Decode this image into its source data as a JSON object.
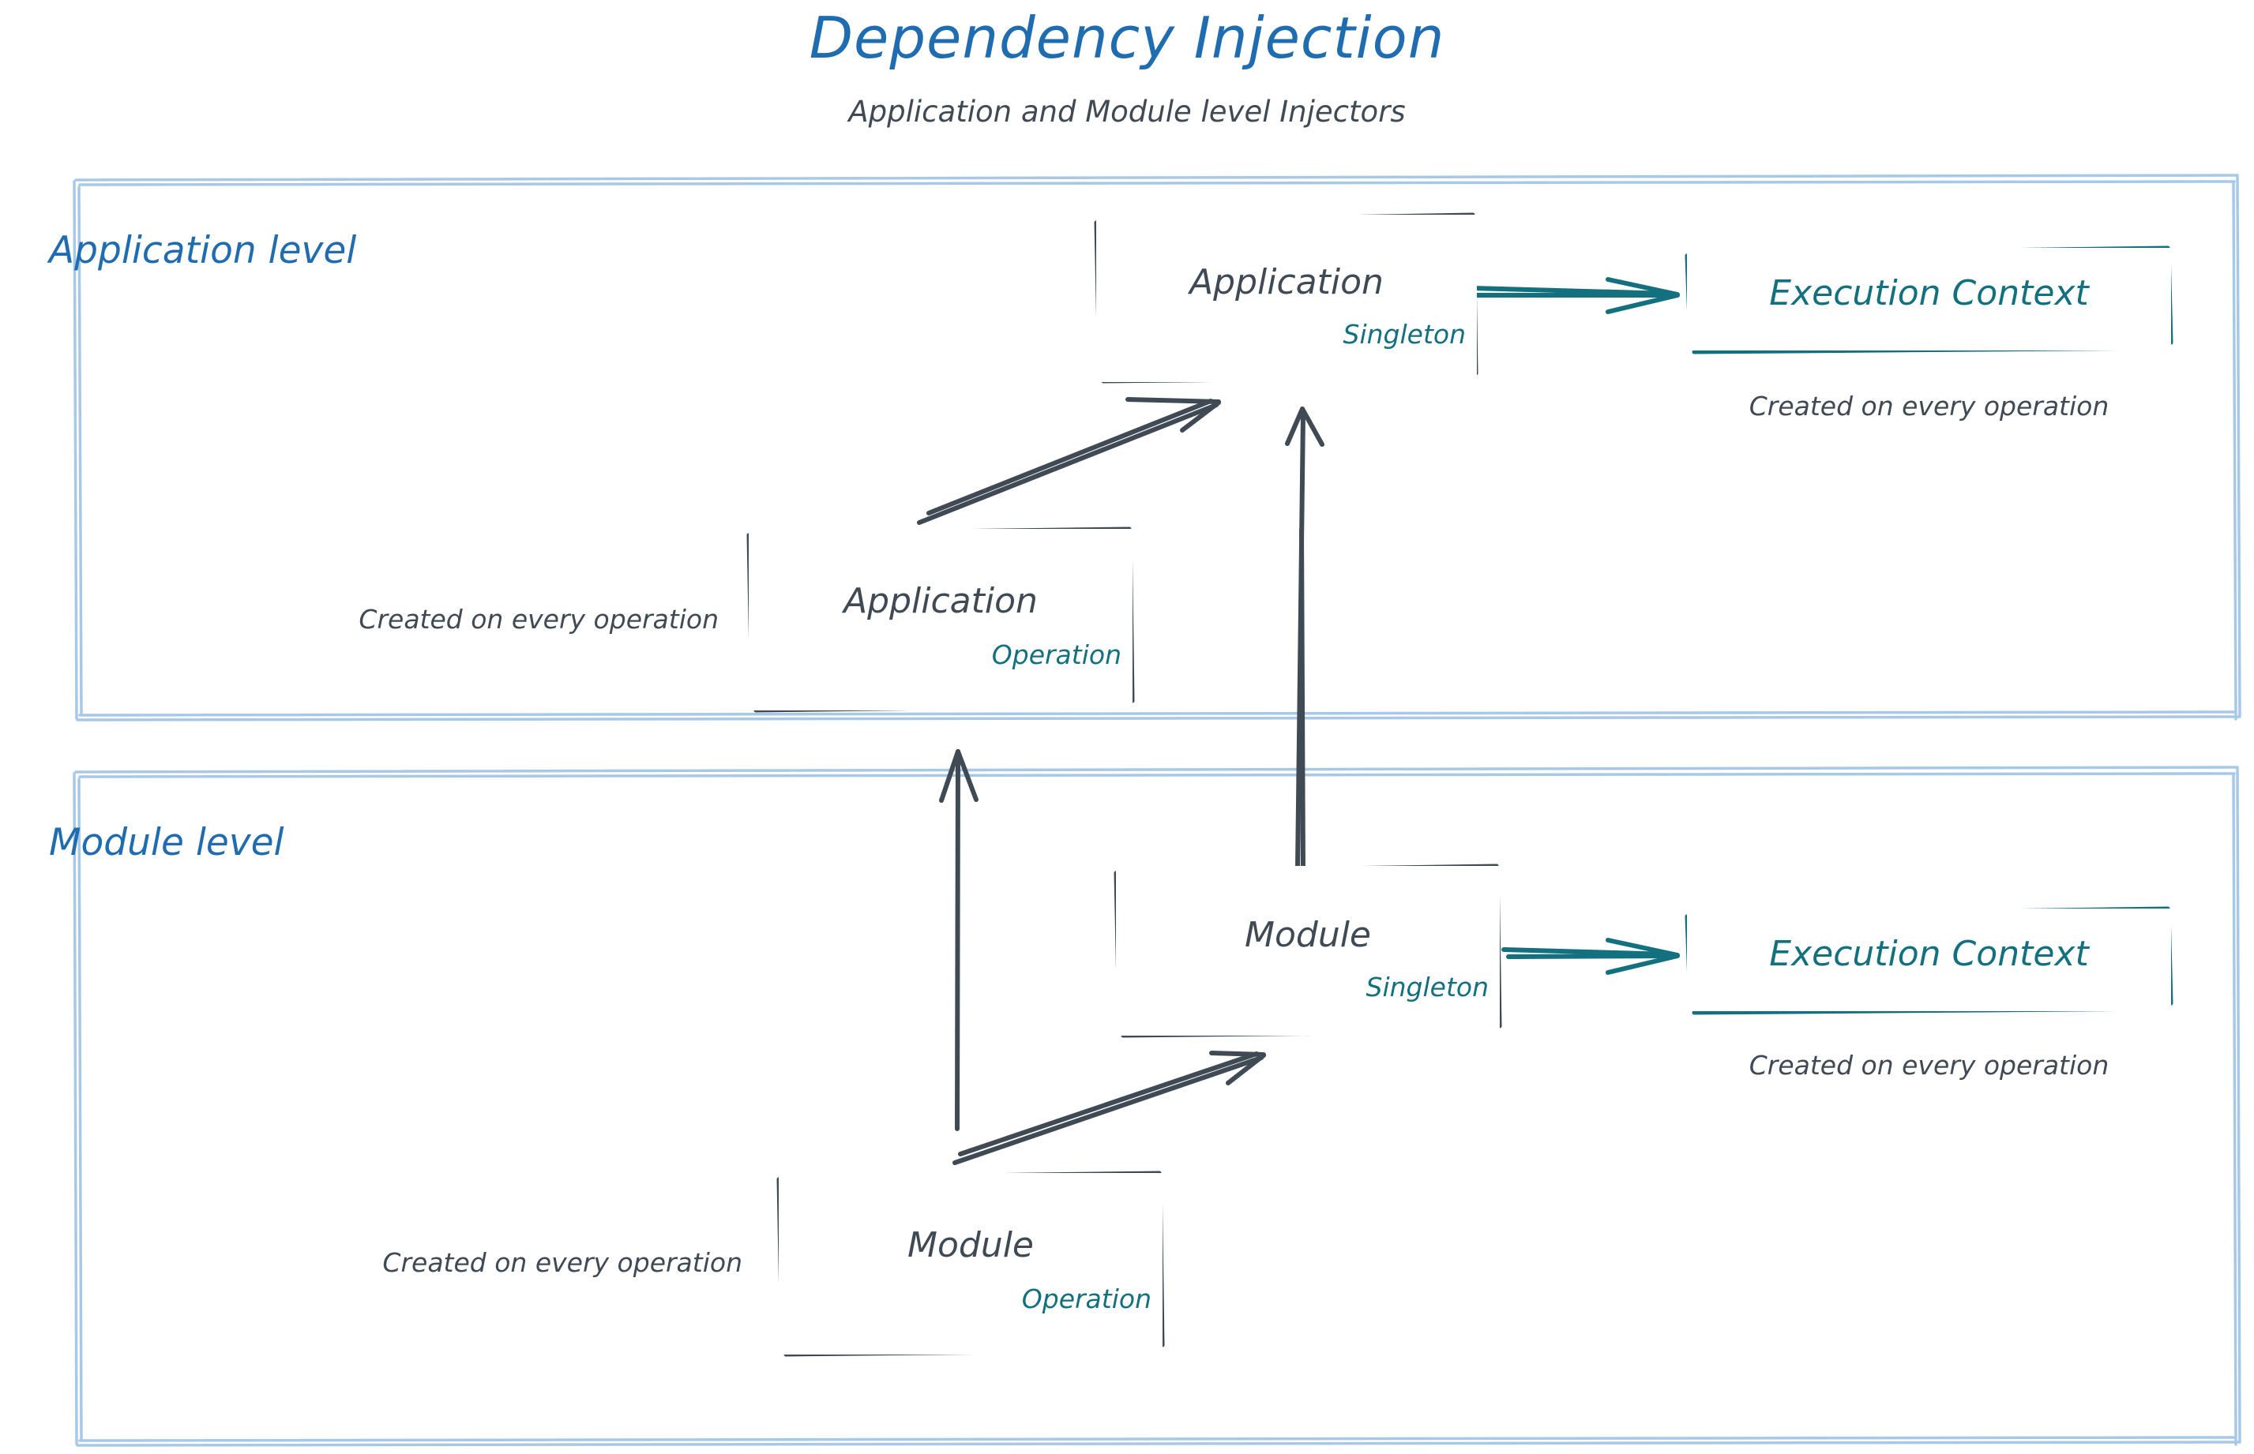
{
  "header": {
    "title": "Dependency Injection",
    "subtitle": "Application and Module level Injectors"
  },
  "colors": {
    "title_blue": "#1f6cb0",
    "container_border_blue": "#a8c8e8",
    "node_stroke_gray": "#3f4a54",
    "scope_teal": "#12707f",
    "note_gray": "#3f4a54",
    "background": "#ffffff"
  },
  "containers": [
    {
      "id": "application-level",
      "label": "Application level"
    },
    {
      "id": "module-level",
      "label": "Module level"
    }
  ],
  "nodes": [
    {
      "id": "application-singleton",
      "title": "Application",
      "scope": "Singleton"
    },
    {
      "id": "application-operation",
      "title": "Application",
      "scope": "Operation"
    },
    {
      "id": "module-singleton",
      "title": "Module",
      "scope": "Singleton"
    },
    {
      "id": "module-operation",
      "title": "Module",
      "scope": "Operation"
    }
  ],
  "context_nodes": [
    {
      "id": "execution-context-application",
      "label": "Execution Context"
    },
    {
      "id": "execution-context-module",
      "label": "Execution Context"
    }
  ],
  "notes": [
    {
      "id": "note-exec-ctx-application",
      "text": "Created on every operation"
    },
    {
      "id": "note-application-operation",
      "text": "Created on every operation"
    },
    {
      "id": "note-exec-ctx-module",
      "text": "Created on every operation"
    },
    {
      "id": "note-module-operation",
      "text": "Created on every operation"
    }
  ],
  "edges": [
    {
      "id": "edge-app-operation-to-app-singleton",
      "color": "#3f4a54",
      "style": "double-line-open-arrow"
    },
    {
      "id": "edge-app-singleton-to-exec-ctx",
      "color": "#12707f",
      "style": "single-line-open-arrow"
    },
    {
      "id": "edge-module-singleton-to-app-singleton",
      "color": "#3f4a54",
      "style": "single-line-open-arrow"
    },
    {
      "id": "edge-module-operation-to-app-level",
      "color": "#3f4a54",
      "style": "single-line-open-arrow"
    },
    {
      "id": "edge-module-operation-to-module-singleton",
      "color": "#3f4a54",
      "style": "double-line-open-arrow"
    },
    {
      "id": "edge-module-singleton-to-exec-ctx",
      "color": "#12707f",
      "style": "single-line-open-arrow"
    }
  ]
}
